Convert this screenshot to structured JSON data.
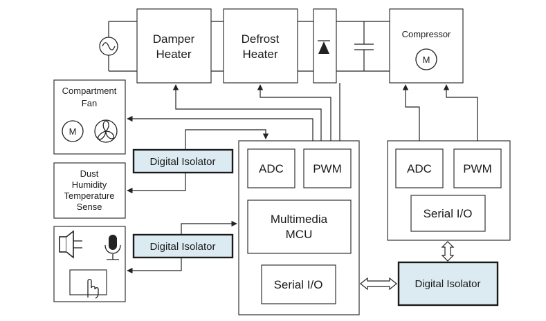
{
  "colors": {
    "isolator_fill": "#dcebf2",
    "box_stroke": "#333333",
    "wire": "#222222"
  },
  "blocks": {
    "damper_heater": [
      "Damper",
      "Heater"
    ],
    "defrost_heater": [
      "Defrost",
      "Heater"
    ],
    "compressor": "Compressor",
    "motor_symbol": "M",
    "compartment_fan": [
      "Compartment",
      "Fan"
    ],
    "sensors": [
      "Dust",
      "Humidity",
      "Temperature",
      "Sense"
    ],
    "mcu": {
      "adc": "ADC",
      "pwm": "PWM",
      "name": [
        "Multimedia",
        "MCU"
      ],
      "serial_io": "Serial I/O"
    },
    "motor_controller": {
      "adc": "ADC",
      "pwm": "PWM",
      "serial_io": "Serial I/O"
    },
    "isolators": [
      "Digital Isolator",
      "Digital Isolator",
      "Digital Isolator"
    ]
  },
  "icons": {
    "ac_source": "ac-source-icon",
    "diode": "diode-icon",
    "capacitor": "capacitor-icon",
    "fan": "fan-icon",
    "speaker": "speaker-icon",
    "microphone": "microphone-icon",
    "touch": "touch-panel-icon"
  }
}
